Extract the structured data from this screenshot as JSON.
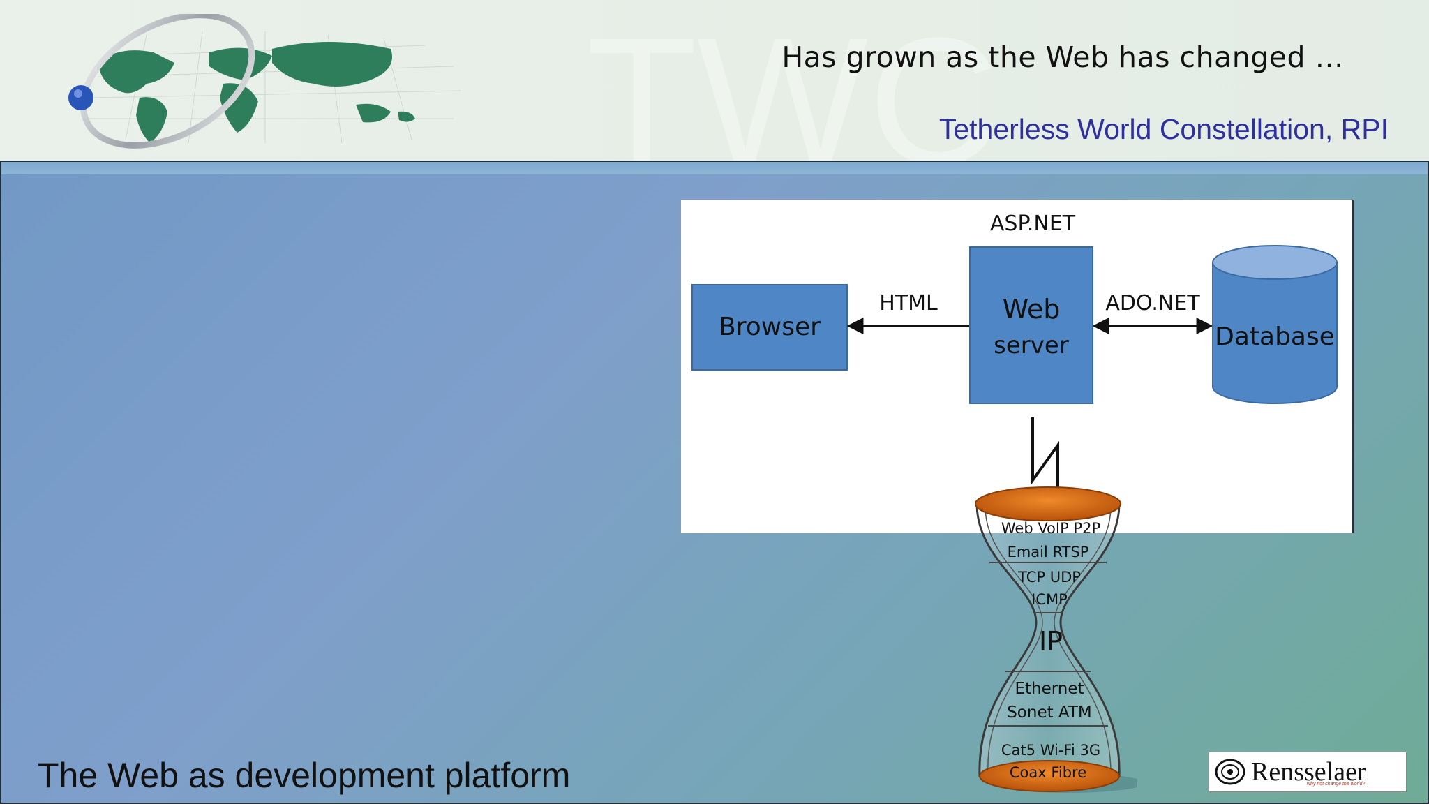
{
  "header": {
    "subtitle": "Has grown as the Web has changed …",
    "group": "Tetherless World Constellation, RPI",
    "watermark_text": "TWC"
  },
  "diagram": {
    "top_label": "ASP.NET",
    "browser": "Browser",
    "html": "HTML",
    "webserver_line1": "Web",
    "webserver_line2": "server",
    "adonet": "ADO.NET",
    "database": "Database"
  },
  "hourglass": {
    "rows": [
      "Web   VoIP   P2P",
      "Email   RTSP",
      "TCP   UDP",
      "ICMP",
      "IP",
      "Ethernet",
      "Sonet   ATM",
      "Cat5  Wi-Fi   3G",
      "Coax    Fibre"
    ]
  },
  "footer": {
    "title": "The Web as development platform",
    "brand": "Rensselaer",
    "tagline": "why not change the world?"
  },
  "colors": {
    "box_blue": "#4f86c6",
    "db_top": "#8fb2de",
    "orange": "#d46a12",
    "link_blue": "#2e2fa0"
  }
}
